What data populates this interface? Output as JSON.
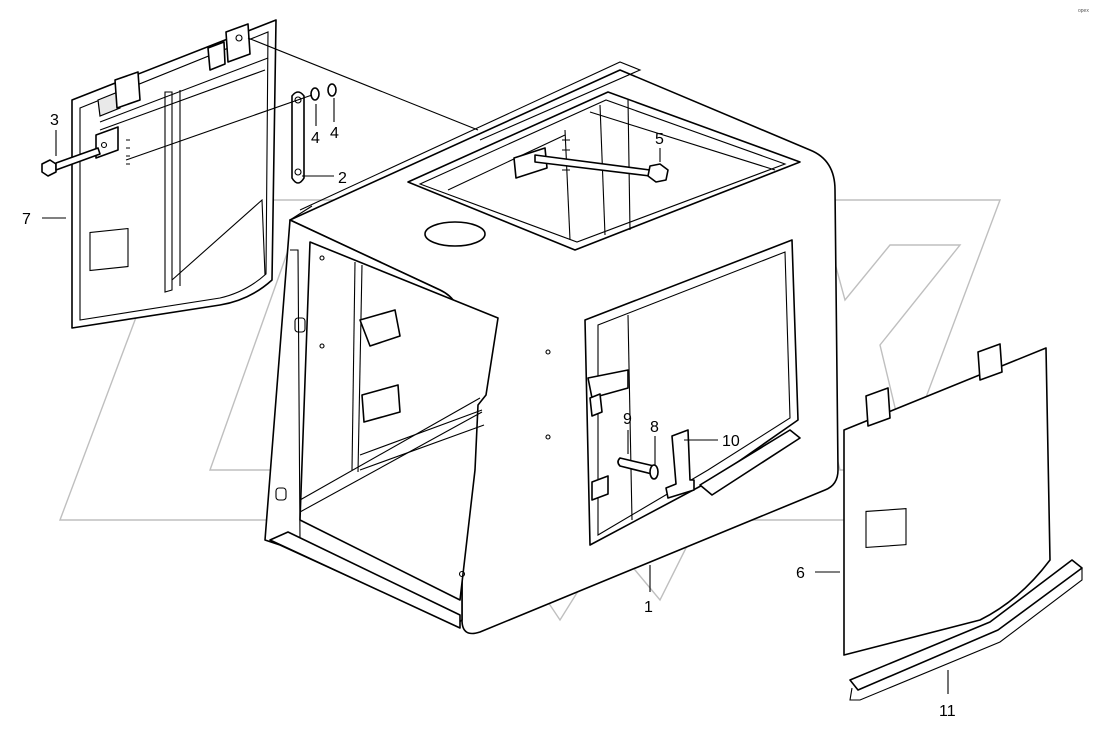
{
  "callouts": [
    {
      "id": "callout-1",
      "label": "1"
    },
    {
      "id": "callout-2",
      "label": "2"
    },
    {
      "id": "callout-3",
      "label": "3"
    },
    {
      "id": "callout-4a",
      "label": "4"
    },
    {
      "id": "callout-4b",
      "label": "4"
    },
    {
      "id": "callout-5",
      "label": "5"
    },
    {
      "id": "callout-6",
      "label": "6"
    },
    {
      "id": "callout-7",
      "label": "7"
    },
    {
      "id": "callout-8",
      "label": "8"
    },
    {
      "id": "callout-9",
      "label": "9"
    },
    {
      "id": "callout-10",
      "label": "10"
    },
    {
      "id": "callout-11",
      "label": "11"
    }
  ],
  "watermark": {
    "text": "OPEX",
    "color": "#8a8a8a"
  },
  "colors": {
    "line": "#000000",
    "background": "#ffffff"
  }
}
